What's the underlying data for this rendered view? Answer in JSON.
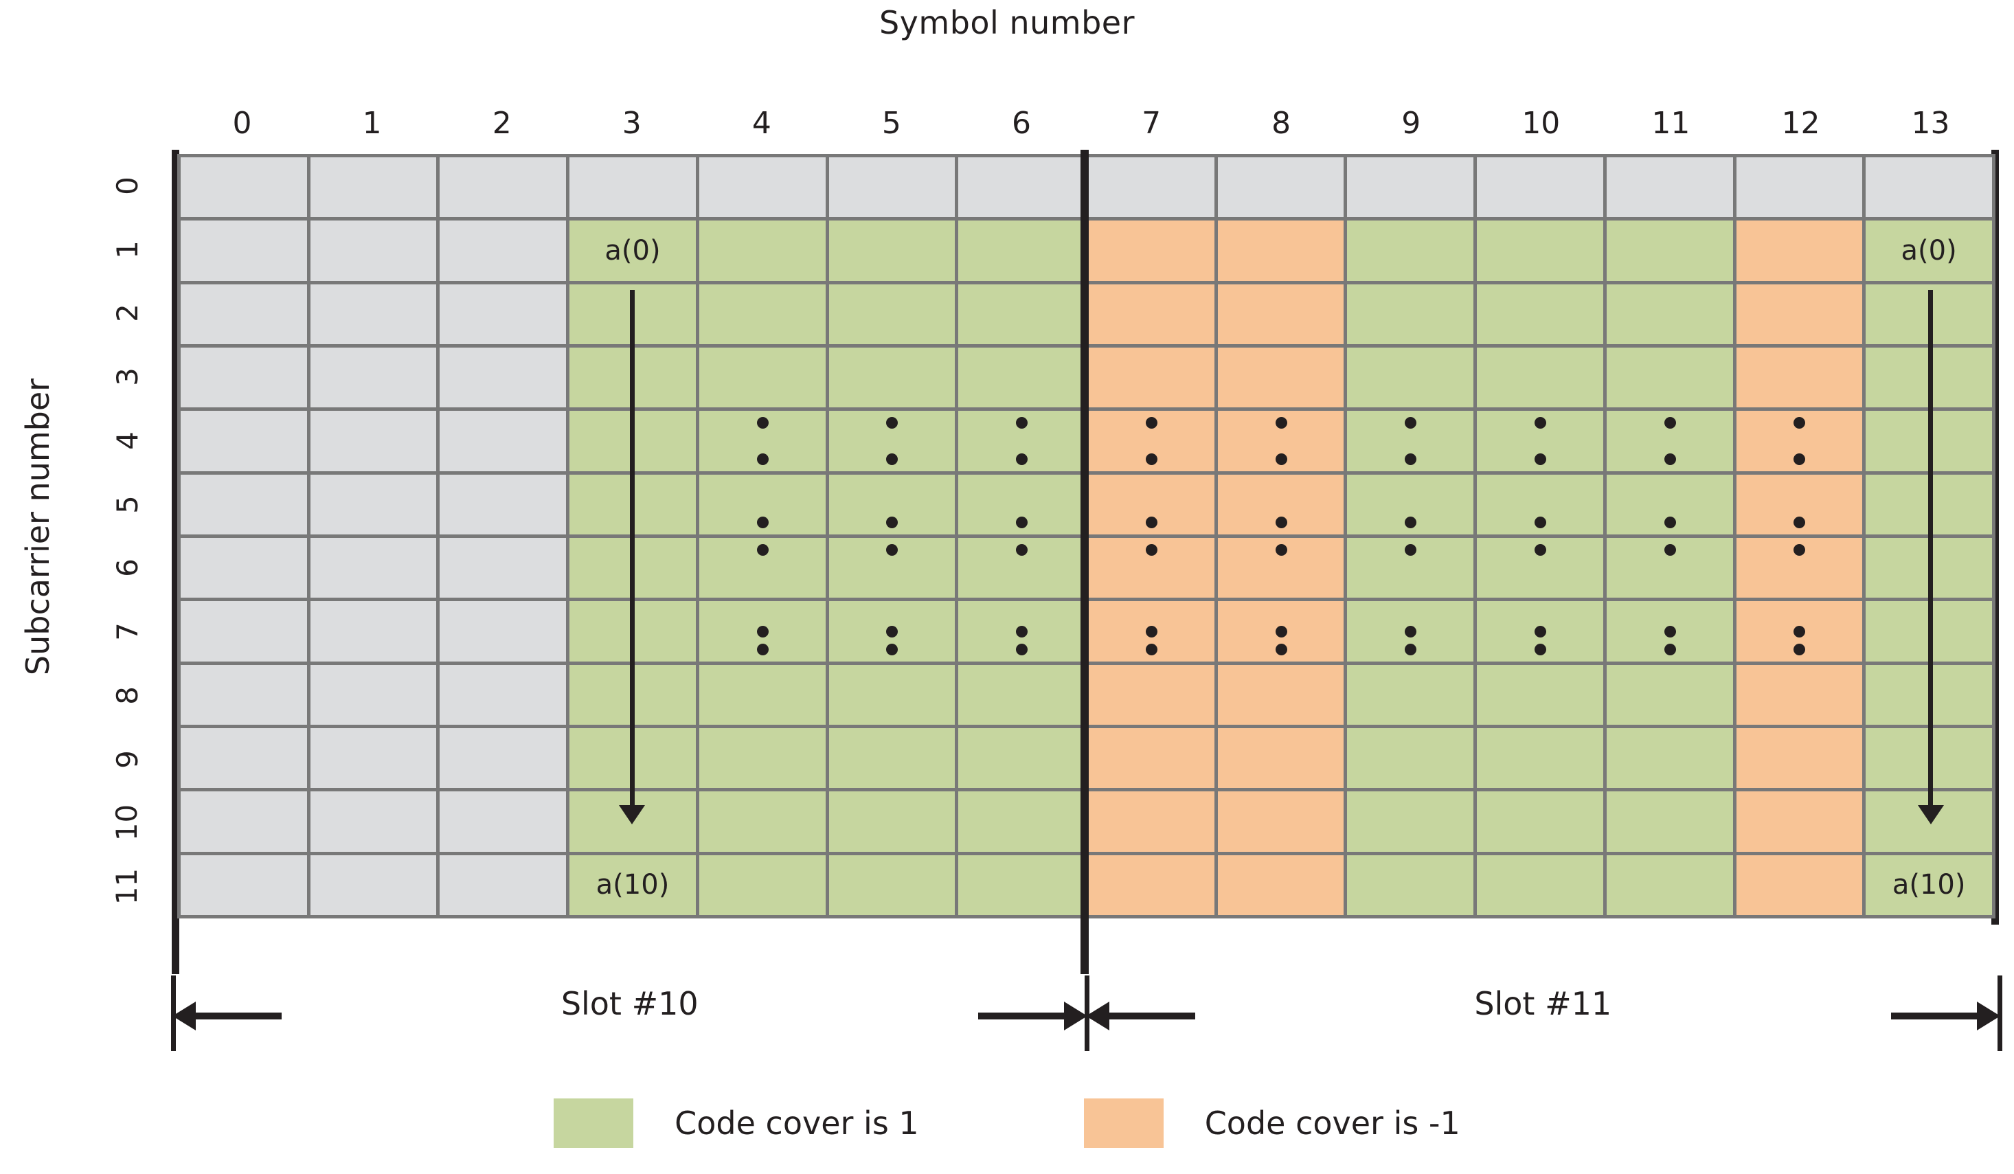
{
  "titles": {
    "x_axis": "Symbol number",
    "y_axis": "Subcarrier number"
  },
  "columns": {
    "header_label": "Symbol number",
    "labels": [
      "0",
      "1",
      "2",
      "3",
      "4",
      "5",
      "6",
      "7",
      "8",
      "9",
      "10",
      "11",
      "12",
      "13"
    ]
  },
  "rows": {
    "header_label": "Subcarrier number",
    "labels": [
      "0",
      "1",
      "2",
      "3",
      "4",
      "5",
      "6",
      "7",
      "8",
      "9",
      "10",
      "11"
    ]
  },
  "cell_labels": {
    "a0": "a(0)",
    "a10": "a(10)"
  },
  "slots": [
    {
      "name": "slot-10",
      "label": "Slot #10"
    },
    {
      "name": "slot-11",
      "label": "Slot #11"
    }
  ],
  "legend": {
    "items": [
      {
        "name": "code-cover-positive",
        "label": "Code cover is 1",
        "color": "#c6d69f"
      },
      {
        "name": "code-cover-negative",
        "label": "Code cover is -1",
        "color": "#f8c496"
      }
    ]
  },
  "colors": {
    "green": "#c6d69f",
    "orange": "#f8c496",
    "grey": "#dcdddf",
    "gridline": "#787878",
    "ink": "#231f20"
  },
  "chart_data": {
    "type": "heatmap",
    "title": "Symbol number",
    "xlabel": "Symbol number",
    "ylabel": "Subcarrier number",
    "x": [
      "0",
      "1",
      "2",
      "3",
      "4",
      "5",
      "6",
      "7",
      "8",
      "9",
      "10",
      "11",
      "12",
      "13"
    ],
    "y": [
      "0",
      "1",
      "2",
      "3",
      "4",
      "5",
      "6",
      "7",
      "8",
      "9",
      "10",
      "11"
    ],
    "legend_position": "bottom-center",
    "grid": true,
    "category_colors": {
      "empty": "#dcdddf",
      "code_cover_plus_one": "#c6d69f",
      "code_cover_minus_one": "#f8c496"
    },
    "notes": [
      "Row 0 (top subcarrier row) is entirely empty/grey across all 14 symbols.",
      "Symbols 0,1,2 are empty/grey for every subcarrier row.",
      "Symbols 3,4,5,6 carry code cover 1 (green) on subcarrier rows 1-11.",
      "Symbols 7,8 carry code cover -1 (orange) on subcarrier rows 1-11.",
      "Symbols 9,10,11 carry code cover 1 (green) on subcarrier rows 1-11.",
      "Symbol 12 carries code cover -1 (orange) on subcarrier rows 1-11.",
      "Symbol 13 carries code cover 1 (green) on subcarrier rows 1-11.",
      "Sequence element a(0) sits at subcarrier row 1 and a(10) at subcarrier row 11, for symbol 3 and symbol 13.",
      "Vertical ellipsis dots (two groups of three) occupy subcarrier rows 4-7 for symbols 4 through 12."
    ],
    "code_cover_sequence": [
      null,
      null,
      null,
      1,
      1,
      1,
      1,
      -1,
      -1,
      1,
      1,
      1,
      -1,
      1
    ],
    "grid_rows": [
      {
        "subcarrier": "0",
        "cells": [
          "empty",
          "empty",
          "empty",
          "empty",
          "empty",
          "empty",
          "empty",
          "empty",
          "empty",
          "empty",
          "empty",
          "empty",
          "empty",
          "empty"
        ]
      },
      {
        "subcarrier": "1",
        "cells": [
          "empty",
          "empty",
          "empty",
          "green",
          "green",
          "green",
          "green",
          "orange",
          "orange",
          "green",
          "green",
          "green",
          "orange",
          "green"
        ]
      },
      {
        "subcarrier": "2",
        "cells": [
          "empty",
          "empty",
          "empty",
          "green",
          "green",
          "green",
          "green",
          "orange",
          "orange",
          "green",
          "green",
          "green",
          "orange",
          "green"
        ]
      },
      {
        "subcarrier": "3",
        "cells": [
          "empty",
          "empty",
          "empty",
          "green",
          "green",
          "green",
          "green",
          "orange",
          "orange",
          "green",
          "green",
          "green",
          "orange",
          "green"
        ]
      },
      {
        "subcarrier": "4",
        "cells": [
          "empty",
          "empty",
          "empty",
          "green",
          "green",
          "green",
          "green",
          "orange",
          "orange",
          "green",
          "green",
          "green",
          "orange",
          "green"
        ]
      },
      {
        "subcarrier": "5",
        "cells": [
          "empty",
          "empty",
          "empty",
          "green",
          "green",
          "green",
          "green",
          "orange",
          "orange",
          "green",
          "green",
          "green",
          "orange",
          "green"
        ]
      },
      {
        "subcarrier": "6",
        "cells": [
          "empty",
          "empty",
          "empty",
          "green",
          "green",
          "green",
          "green",
          "orange",
          "orange",
          "green",
          "green",
          "green",
          "orange",
          "green"
        ]
      },
      {
        "subcarrier": "7",
        "cells": [
          "empty",
          "empty",
          "empty",
          "green",
          "green",
          "green",
          "green",
          "orange",
          "orange",
          "green",
          "green",
          "green",
          "orange",
          "green"
        ]
      },
      {
        "subcarrier": "8",
        "cells": [
          "empty",
          "empty",
          "empty",
          "green",
          "green",
          "green",
          "green",
          "orange",
          "orange",
          "green",
          "green",
          "green",
          "orange",
          "green"
        ]
      },
      {
        "subcarrier": "9",
        "cells": [
          "empty",
          "empty",
          "empty",
          "green",
          "green",
          "green",
          "green",
          "orange",
          "orange",
          "green",
          "green",
          "green",
          "orange",
          "green"
        ]
      },
      {
        "subcarrier": "10",
        "cells": [
          "empty",
          "empty",
          "empty",
          "green",
          "green",
          "green",
          "green",
          "orange",
          "orange",
          "green",
          "green",
          "green",
          "orange",
          "green"
        ]
      },
      {
        "subcarrier": "11",
        "cells": [
          "empty",
          "empty",
          "empty",
          "green",
          "green",
          "green",
          "green",
          "orange",
          "orange",
          "green",
          "green",
          "green",
          "orange",
          "green"
        ]
      }
    ]
  }
}
